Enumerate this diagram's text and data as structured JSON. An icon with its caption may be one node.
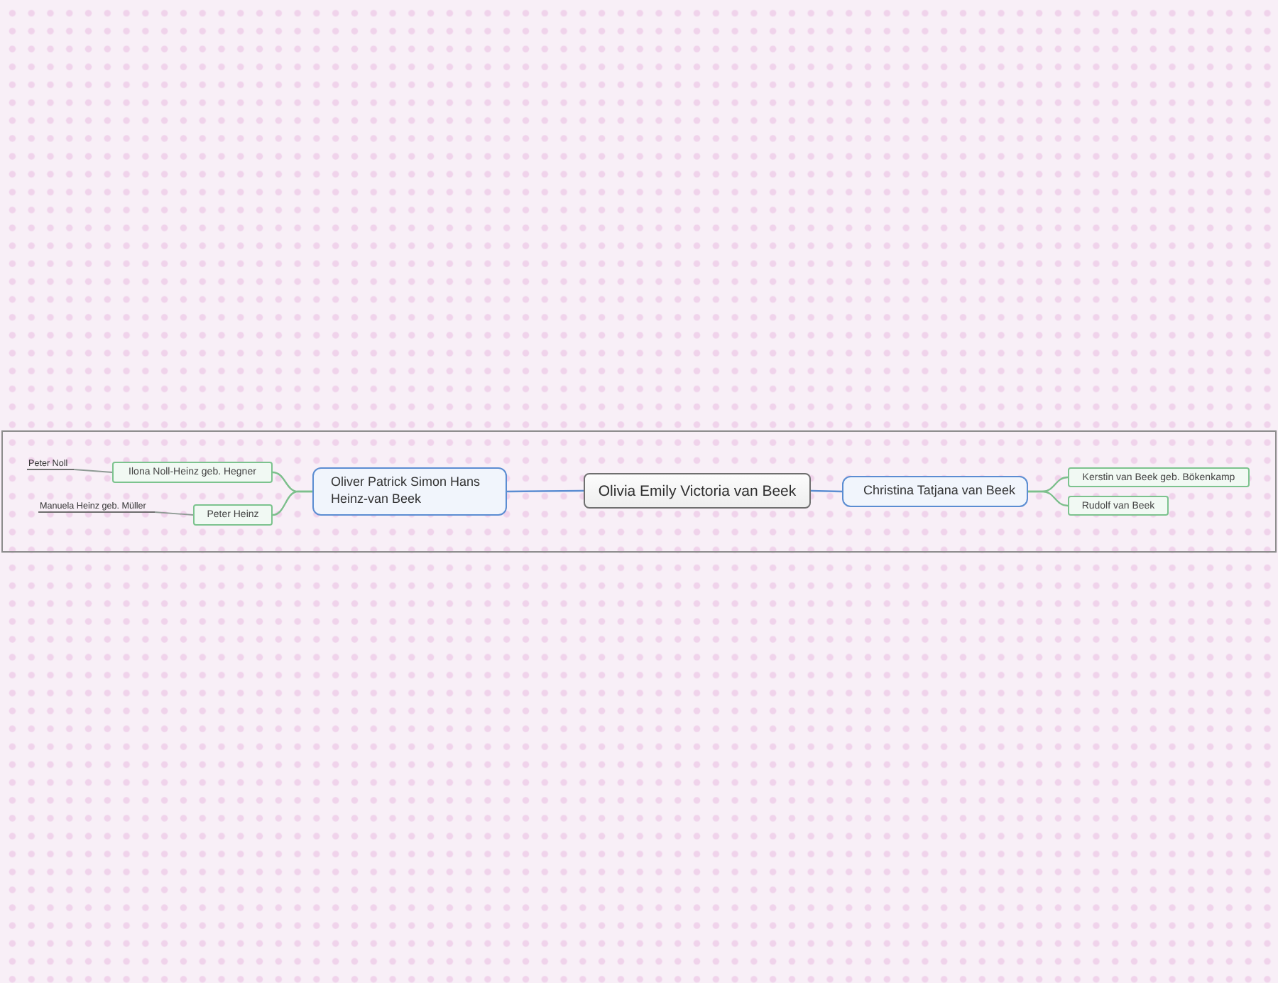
{
  "diagram": {
    "nodes": [
      {
        "text": [],
        "shape": "box"
      },
      {
        "text": [
          "Peter Noll"
        ],
        "in": 0
      },
      {
        "text": [
          "Ilona Noll-Heinz geb. Hegner"
        ],
        "in": 0
      },
      {
        "text": [
          "Manuela Heinz geb. Müller"
        ],
        "in": 0
      },
      {
        "text": [
          "Peter Heinz"
        ],
        "in": 0
      },
      {
        "text": [
          "Oliver Patrick Simon Hans Heinz-van Beek"
        ],
        "in": 0
      },
      {
        "text": [
          "Olivia Emily Victoria van Beek"
        ],
        "in": 0
      },
      {
        "text": [
          "Christina Tatjana van Beek"
        ],
        "in": 0
      },
      {
        "text": [
          "Kerstin van Beek geb. Bökenkamp"
        ],
        "in": 0
      },
      {
        "text": [
          "Rudolf van Beek"
        ],
        "in": 0
      }
    ],
    "edges": [
      {
        "from": 6,
        "to": 5,
        "arrow": "none",
        "color": "#5b8dd2"
      },
      {
        "from": 6,
        "to": 7,
        "arrow": "none",
        "color": "#5b8dd2"
      },
      {
        "from": 5,
        "to": 2,
        "arrow": "none"
      },
      {
        "from": 5,
        "to": 4,
        "arrow": "none"
      },
      {
        "from": 7,
        "to": 8,
        "arrow": "none"
      },
      {
        "from": 7,
        "to": 9,
        "arrow": "none"
      },
      {
        "from": 2,
        "to": 1,
        "arrow": "none",
        "color": "#8e9a94"
      },
      {
        "from": 4,
        "to": 3,
        "arrow": "none",
        "color": "#8e9a94"
      }
    ]
  }
}
